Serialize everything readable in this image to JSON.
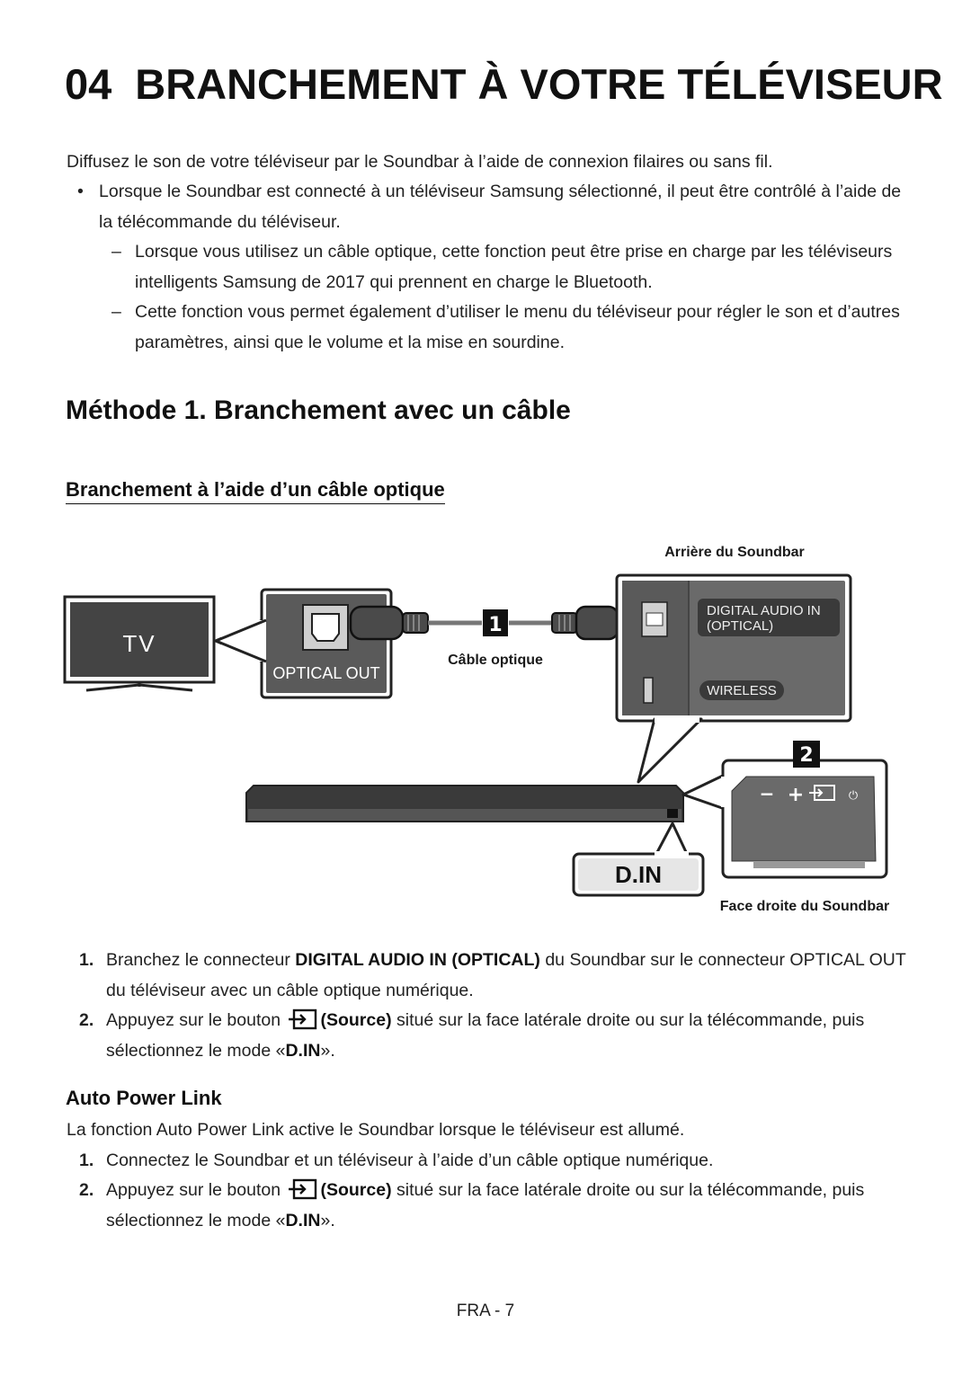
{
  "page": {
    "section_number": "04",
    "title": "BRANCHEMENT À VOTRE TÉLÉVISEUR",
    "intro": "Diffusez le son de votre téléviseur par le Soundbar à l’aide de connexion filaires ou sans fil.",
    "bullet": "Lorsque le Soundbar est connecté à un téléviseur Samsung sélectionné, il peut être contrôlé à l’aide de la télécommande du téléviseur.",
    "dash_char": "–",
    "bullet_char": "•",
    "sub_1": "Lorsque vous utilisez un câble optique, cette fonction peut être prise en charge par les téléviseurs intelligents Samsung de 2017 qui prennent en charge le Bluetooth.",
    "sub_2": "Cette fonction vous permet également d’utiliser le menu du téléviseur pour régler le son et d’autres paramètres, ainsi que le volume et la mise en sourdine.",
    "method_heading": "Méthode 1. Branchement avec un câble",
    "optical_heading": "Branchement à l’aide d’un câble optique",
    "auto_power_heading": "Auto Power Link",
    "footer": "FRA - 7"
  },
  "diagram": {
    "tv_label": "TV",
    "optical_out": "OPTICAL OUT",
    "cable_label": "Câble optique",
    "rear_label": "Arrière du Soundbar",
    "digital_audio_line1": "DIGITAL AUDIO IN",
    "digital_audio_line2": "(OPTICAL)",
    "wireless": "WIRELESS",
    "marker_1": "1",
    "marker_2": "2",
    "din_badge": "D.IN",
    "right_side_label": "Face droite du Soundbar",
    "panel_minus": "−",
    "panel_plus": "+",
    "panel_power": "⏻"
  },
  "steps_optical": [
    {
      "n": "1.",
      "pre": "Branchez le connecteur ",
      "bold": "DIGITAL AUDIO IN (OPTICAL)",
      "post": " du Soundbar sur le connecteur OPTICAL OUT du téléviseur avec un câble optique numérique."
    },
    {
      "n": "2.",
      "pre": "Appuyez sur le bouton ",
      "bold": "(Source)",
      "mid": " situé sur la face latérale droite ou sur la télécommande, puis sélectionnez le mode «",
      "bold2": "D.IN",
      "post": "»."
    }
  ],
  "auto_power": {
    "desc": "La fonction Auto Power Link active le Soundbar lorsque le téléviseur est allumé.",
    "steps": [
      {
        "n": "1.",
        "text": "Connectez le Soundbar et un téléviseur à l’aide d’un câble optique numérique."
      },
      {
        "n": "2.",
        "pre": "Appuyez sur le bouton ",
        "bold": "(Source)",
        "mid": " situé sur la face latérale droite ou sur la télécommande, puis sélectionnez le mode «",
        "bold2": "D.IN",
        "post": "»."
      }
    ]
  }
}
